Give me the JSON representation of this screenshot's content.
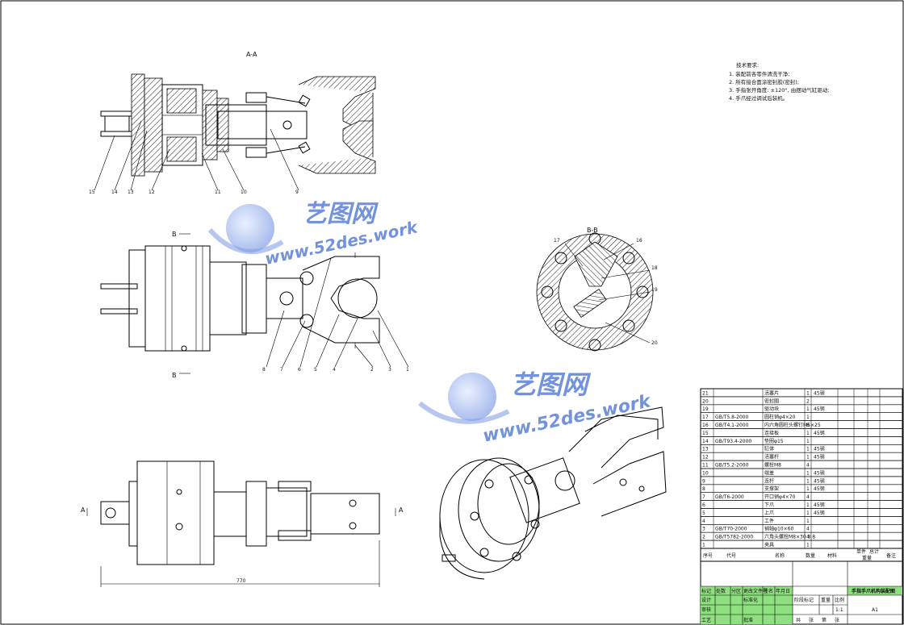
{
  "section_labels": {
    "aa": "A-A",
    "bb": "B-B",
    "b_mark": "B",
    "a_mark": "A"
  },
  "dimension": "770",
  "technical_requirements": {
    "title": "技术要求:",
    "items": [
      "1. 装配前各零件清洗干净;",
      "2. 所有接合面涂密封胶(密封);",
      "3. 手指张开角度: ±120°, 由摆动气缸驱动;",
      "4. 手爪经过调试后装机。"
    ]
  },
  "balloons_top": [
    "15",
    "14",
    "13",
    "12",
    "11",
    "10",
    "9"
  ],
  "balloons_mid": [
    "8",
    "7",
    "6",
    "5",
    "4",
    "2",
    "3",
    "1"
  ],
  "balloons_bb": [
    "17",
    "16",
    "18",
    "19",
    "20"
  ],
  "watermark": {
    "brand": "艺图网",
    "url": "www.52des.work"
  },
  "bom": {
    "rows": [
      {
        "no": "21",
        "code": "",
        "name": "活塞片",
        "qty": "1",
        "mat": "45钢"
      },
      {
        "no": "20",
        "code": "",
        "name": "密封圈",
        "qty": "2",
        "mat": ""
      },
      {
        "no": "19",
        "code": "",
        "name": "驱动块",
        "qty": "1",
        "mat": "45钢"
      },
      {
        "no": "17",
        "code": "GB/T5.8-2000",
        "name": "圆柱销φ4×20",
        "qty": "1",
        "mat": ""
      },
      {
        "no": "16",
        "code": "GB/T4.1-2000",
        "name": "内六角圆柱头螺钉M5×25",
        "qty": "8",
        "mat": ""
      },
      {
        "no": "15",
        "code": "",
        "name": "连接板",
        "qty": "1",
        "mat": "45钢"
      },
      {
        "no": "14",
        "code": "GB/T93.4-2000",
        "name": "垫圈φ15",
        "qty": "1",
        "mat": ""
      },
      {
        "no": "13",
        "code": "",
        "name": "缸体",
        "qty": "1",
        "mat": "45钢"
      },
      {
        "no": "12",
        "code": "",
        "name": "活塞杆",
        "qty": "1",
        "mat": "45钢"
      },
      {
        "no": "11",
        "code": "GB/T5.2-2000",
        "name": "螺栓M8",
        "qty": "4",
        "mat": ""
      },
      {
        "no": "10",
        "code": "",
        "name": "端盖",
        "qty": "1",
        "mat": "45钢"
      },
      {
        "no": "9",
        "code": "",
        "name": "连杆",
        "qty": "1",
        "mat": "45钢"
      },
      {
        "no": "8",
        "code": "",
        "name": "支撑架",
        "qty": "1",
        "mat": "45钢"
      },
      {
        "no": "7",
        "code": "GB/T6-2000",
        "name": "开口销φ4×70",
        "qty": "4",
        "mat": ""
      },
      {
        "no": "6",
        "code": "",
        "name": "下爪",
        "qty": "1",
        "mat": "45钢"
      },
      {
        "no": "5",
        "code": "",
        "name": "上爪",
        "qty": "1",
        "mat": "45钢"
      },
      {
        "no": "4",
        "code": "",
        "name": "工件",
        "qty": "1",
        "mat": ""
      },
      {
        "no": "3",
        "code": "GB/T70-2000",
        "name": "销轴φ10×60",
        "qty": "4",
        "mat": ""
      },
      {
        "no": "2",
        "code": "GB/T5782-2000",
        "name": "六角头螺栓M8×30 8.8",
        "qty": "4",
        "mat": ""
      },
      {
        "no": "1",
        "code": "",
        "name": "夹具",
        "qty": "1",
        "mat": ""
      }
    ],
    "header": {
      "no": "序号",
      "code": "代号",
      "name": "名称",
      "qty": "数量",
      "mat": "材料",
      "single": "单件",
      "total": "总计",
      "weight": "重量",
      "remark": "备注"
    }
  },
  "title_block": {
    "drawing_title": "手指手爪机构装配图",
    "sheet": "A1",
    "scale": "1:1",
    "labels": {
      "mark": "标记",
      "count": "处数",
      "zone": "分区",
      "change_doc": "更改文件号",
      "sign": "签名",
      "date": "年月日",
      "design": "设计",
      "standard": "标准化",
      "stage_mark": "阶段标记",
      "weight": "重量",
      "ratio": "比例",
      "review": "审核",
      "process": "工艺",
      "approve": "批准",
      "total_sheets": "共",
      "sheet_no": "张",
      "of": "第"
    }
  },
  "colors": {
    "watermark": "#5b7fd6",
    "title_block_green": "#8fe07f",
    "line": "#000000"
  }
}
